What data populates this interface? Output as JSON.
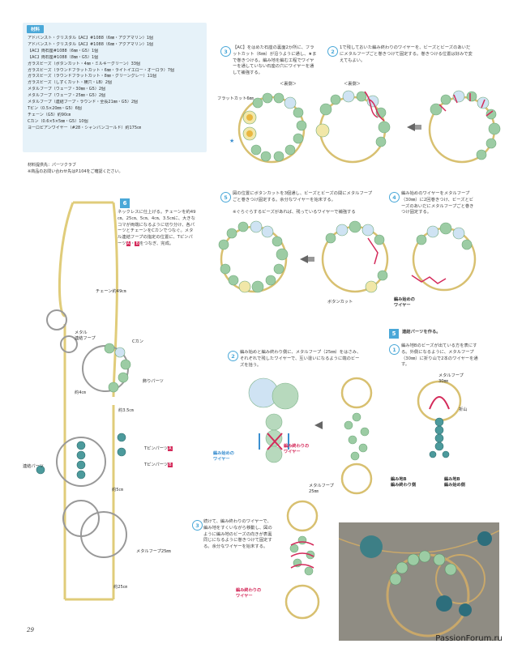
{
  "materials": {
    "title": "材料",
    "items": [
      "アドバンスト・クリスタル【AC】#1088（6㎜・アクアマリン）1個",
      "アドバンスト・クリスタル【AC】#1088（6㎜・アクアマリン）1個",
      "【AC】両石座#1088（6㎜・G5）1個",
      "【AC】両石座#1088（8㎜・G5）1個",
      "ガラスビーズ（ボタンカット・4㎜・ミルキーグリーン）33個",
      "ガラスビーズ（ラウンドフラットカット・6㎜・ライトイエロー・オーロラ）7個",
      "ガラスビーズ（ラウンドフラットカット・8㎜・グリーングレー）11個",
      "ガラスビーズ（しずくカット・横穴・LB）2個",
      "メタルフープ（ウェーブ・30㎜・G5）2個",
      "メタルフープ（ウェーブ・25㎜・G5）2個",
      "メタルフープ（連結フープ・ラウンド・全長21㎜・G5）2個",
      "Tピン（0.5×20㎜・G5）6個",
      "チェーン（G5）約90㎝",
      "Cカン（0.6×5×5㎜・G5）10個",
      "ヨーロピアンワイヤー（#28・シャンパンゴールド）約175㎝"
    ],
    "footnote_1": "材料提供先：パーツクラブ",
    "footnote_2": "※商品のお問い合わせ先はP.104をご確認ください。"
  },
  "steps": {
    "s3": {
      "num": "3",
      "text": "【AC】をはめた石座の裏面2か所に、フラットカット（6㎜）が沿うように通し、★まで巻きつける。編み地を編む工程でワイヤーを通していない石座の穴にワイヤーを通して補強する。"
    },
    "s2": {
      "num": "2",
      "text": "1で残しておいた編み終わりのワイヤーを、ビーズとビーズのあいだにメタルフープごと巻きつけて固定する。巻きつける位置は好みで変えてもよい。"
    },
    "s5": {
      "num": "5",
      "text": "図の位置にボタンカットを3個通し、ビーズとビーズの間にメタルフープごと巻きつけ固定する。余分なワイヤーを始末する。",
      "sub": "※ぐらぐらするビーズがあれば、残っているワイヤーで補強する"
    },
    "s4": {
      "num": "4",
      "text": "編み始めのワイヤーをメタルフープ（30㎜）に2回巻きつけ、ビーズとビーズのあいだにメタルフープごと巻きつけ固定する。"
    },
    "s6": {
      "num": "6",
      "text": "ネックレスに仕上げる。チェーンを約49㎝、25㎝、5㎝、4㎝、3.5㎝に、大きなコマが両端になるように切り分け、各パーツとチェーンをCカンでつなぐ。メタル連結フープの指定の位置に、Tピンパーツ",
      "tail": "をつなぎ、完成。",
      "a": "A",
      "b": "B"
    },
    "part5": {
      "num": "5",
      "title": "連結パーツを作る。"
    },
    "p1": {
      "num": "1",
      "text": "編み地Bのビーズが出ている方を表にする。外側になるように、メタルフープ（30㎜）に折り山で2本のワイヤーを通す。"
    },
    "p2": {
      "num": "2",
      "text": "編み始めと編み終わり側に、メタルフープ（25㎜）をはさみ、それぞれで残したワイヤーで、互い違いになるように端のビーズを拾う。"
    },
    "p3": {
      "num": "3",
      "text": "続けて、編み終わりのワイヤーで、編み地をすくいながら移動し、図のように編み地のビーズの向きが表裏同じになるように巻きつけて固定する。余分なワイヤーを始末する。"
    }
  },
  "labels": {
    "ura1": "＜裏側＞",
    "ura2": "＜裏側＞",
    "flatcut": "フラットカット6㎜",
    "star": "★",
    "buttoncut": "ボタンカット",
    "amihajime_wire": "編み始めの\nワイヤー",
    "chain49": "チェーン約49㎝",
    "metal_renketsu": "メタル\n連結フープ",
    "ckan": "Cカン",
    "kazari": "飾りパーツ",
    "yaku4": "約4㎝",
    "yaku35": "約3.5㎝",
    "tpinA": "Tピンパーツ",
    "tpinB": "Tピンパーツ",
    "renketsu": "連結パーツ",
    "yaku5": "約5㎝",
    "metal25": "メタルフープ25㎜",
    "yaku25": "約25㎝",
    "hoop30": "メタルフープ\n30㎜",
    "oriyama": "折山",
    "amiB_owari": "編み地B\n編み終わり側",
    "amiB_hajime": "編み地B\n編み始め側",
    "hajime_wire2": "編み始めの\nワイヤー",
    "owari_wire2": "編み終わりの\nワイヤー",
    "hoop25": "メタルフープ\n25㎜",
    "owari_wire3": "編み終わりの\nワイヤー"
  },
  "page_number": "29",
  "watermark": "PassionForum.ru",
  "colors": {
    "accent": "#4aa8d8",
    "red": "#d42a5a",
    "bead_green": "#8fc49a",
    "gold": "#d8c070"
  }
}
